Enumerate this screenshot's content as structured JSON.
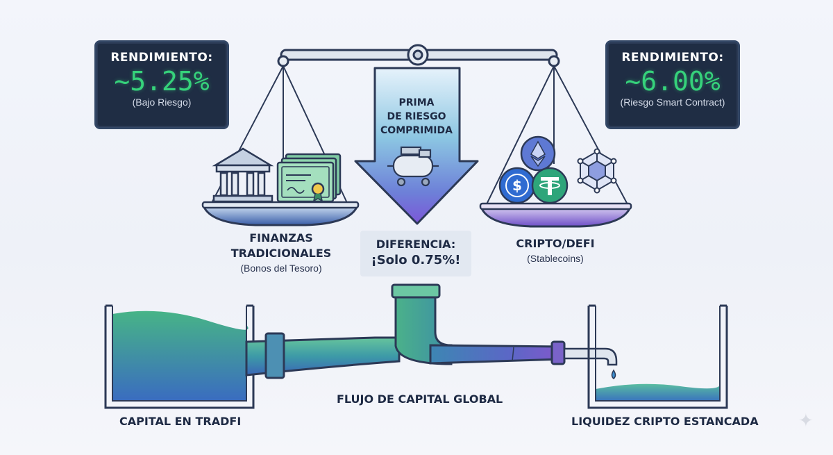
{
  "left_box": {
    "label": "RENDIMIENTO:",
    "value": "~5.25%",
    "sub": "(Bajo Riesgo)"
  },
  "right_box": {
    "label": "RENDIMIENTO:",
    "value": "~6.00%",
    "sub": "(Riesgo Smart Contract)"
  },
  "arrow_text": {
    "line1": "PRIMA",
    "line2": "DE RIESGO",
    "line3": "COMPRIMIDA"
  },
  "difference": {
    "label": "DIFERENCIA:",
    "value": "¡Solo 0.75%!"
  },
  "left_caption": {
    "line1": "FINANZAS",
    "line2": "TRADICIONALES",
    "sub": "(Bonos del Tesoro)"
  },
  "right_caption": {
    "title": "CRIPTO/DEFI",
    "sub": "(Stablecoins)"
  },
  "flow_label": "FLUJO DE CAPITAL GLOBAL",
  "left_tank_label": "CAPITAL EN TRADFI",
  "right_tank_label": "LIQUIDEZ CRIPTO ESTANCADA",
  "colors": {
    "navy": "#1f2d44",
    "green_text": "#36d27b",
    "water_green": "#3aa57f",
    "water_blue": "#3d6fb8",
    "purple": "#7a55d6",
    "outline": "#2c3956"
  },
  "icons": [
    "bank-icon",
    "certificate-icon",
    "compressor-icon",
    "ethereum-icon",
    "usdc-icon",
    "tether-icon",
    "blockchain-cube-icon",
    "sparkle-icon"
  ]
}
